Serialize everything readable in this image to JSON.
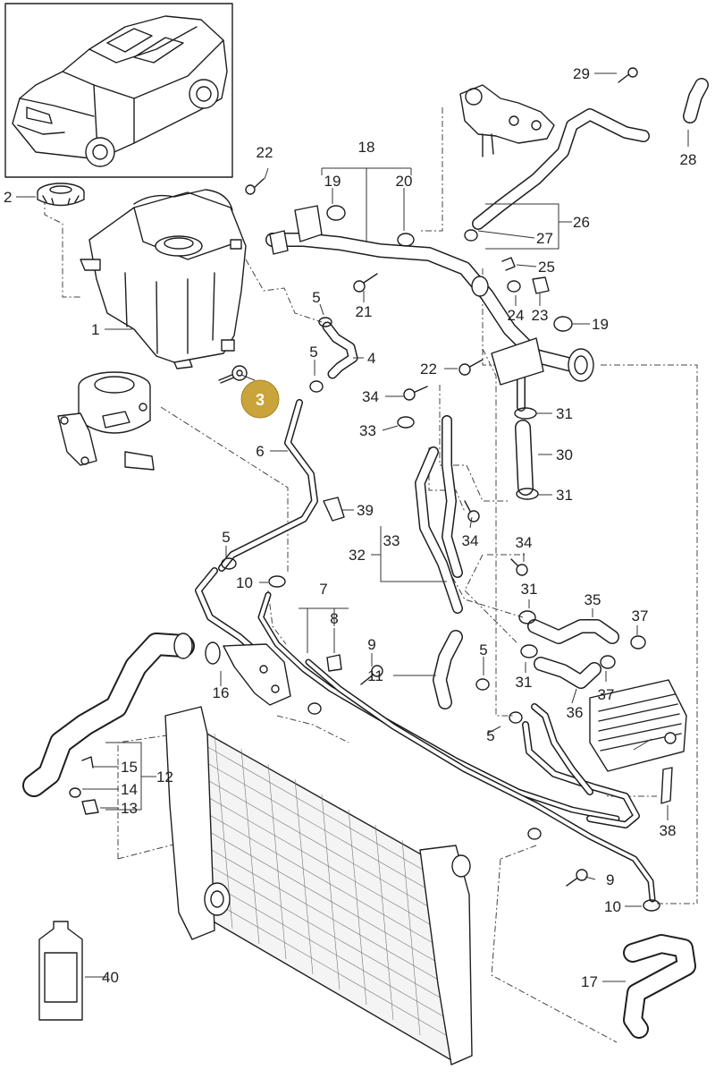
{
  "highlight": {
    "label": "3",
    "color": "#C9A43A"
  },
  "callouts": {
    "c1": "1",
    "c2": "2",
    "c4": "4",
    "c5a": "5",
    "c5b": "5",
    "c5c": "5",
    "c5d": "5",
    "c5e": "5",
    "c6": "6",
    "c7": "7",
    "c8": "8",
    "c9a": "9",
    "c9b": "9",
    "c10a": "10",
    "c10b": "10",
    "c11": "11",
    "c12": "12",
    "c13": "13",
    "c14": "14",
    "c15": "15",
    "c16": "16",
    "c17": "17",
    "c18": "18",
    "c19a": "19",
    "c19b": "19",
    "c20": "20",
    "c21": "21",
    "c22a": "22",
    "c22b": "22",
    "c23": "23",
    "c24": "24",
    "c25": "25",
    "c26": "26",
    "c27": "27",
    "c28": "28",
    "c29": "29",
    "c30": "30",
    "c31a": "31",
    "c31b": "31",
    "c31c": "31",
    "c31d": "31",
    "c32": "32",
    "c33a": "33",
    "c33b": "33",
    "c34a": "34",
    "c34b": "34",
    "c34c": "34",
    "c35": "35",
    "c36": "36",
    "c37a": "37",
    "c37b": "37",
    "c38": "38",
    "c39": "39",
    "c40": "40"
  },
  "colors": {
    "line": "#1e1e1e",
    "background": "#ffffff",
    "radiator_fill": "#f4f4f4"
  }
}
